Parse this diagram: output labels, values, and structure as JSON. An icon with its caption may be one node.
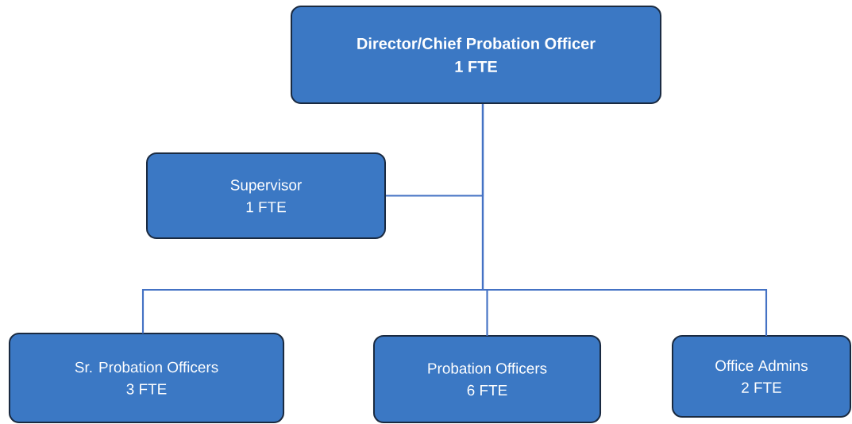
{
  "diagram": {
    "nodes": [
      {
        "text": [
          "Director/Chief Probation Officer",
          "1 FTE"
        ]
      },
      {
        "text": [
          "Supervisor",
          "1 FTE"
        ]
      },
      {
        "text": [
          "Sr. Probation Officers",
          "3 FTE"
        ]
      },
      {
        "text": [
          "Probation Officers",
          "6 FTE"
        ]
      },
      {
        "text": [
          "Office Admins",
          "2 FTE"
        ]
      }
    ],
    "edges": [
      {
        "from": 0,
        "to": 1,
        "arrow": "none"
      },
      {
        "from": 0,
        "to": 2,
        "arrow": "none"
      },
      {
        "from": 0,
        "to": 3,
        "arrow": "none"
      },
      {
        "from": 0,
        "to": 4,
        "arrow": "none"
      }
    ]
  }
}
